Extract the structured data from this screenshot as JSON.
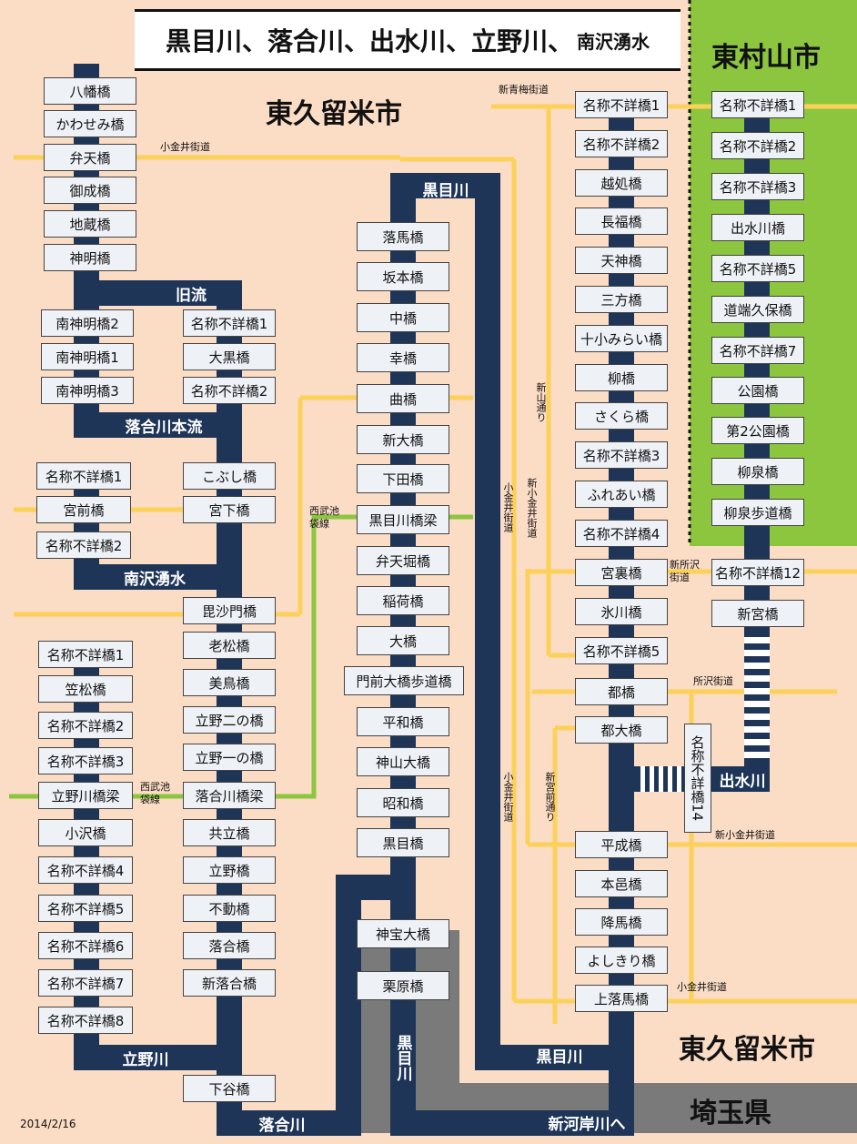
{
  "title": {
    "main": "黒目川、落合川、出水川、立野川、",
    "small": "南沢湧水"
  },
  "date": "2014/2/16",
  "cities": {
    "higashikurume_top": "東久留米市",
    "higashimurayama": "東村山市",
    "higashikurume_bottom": "東久留米市",
    "saitama": "埼玉県"
  },
  "rivers": {
    "kyuryu": "旧流",
    "ochiai_honryu": "落合川本流",
    "minamisawa": "南沢湧水",
    "tateno": "立野川",
    "ochiai": "落合川",
    "kurome_top": "黒目川",
    "kurome_bottom": "黒目川",
    "kurome_vertical": "黒目川",
    "shinkashi": "新河岸川へ",
    "izumi": "出水川"
  },
  "roads": {
    "koganei_left": "小金井街道",
    "shinome": "新青梅街道",
    "seibu_1": "西武池袋線",
    "seibu_2": "西武池袋線",
    "shinyama": "新山通り",
    "koganei_v1": "小金井街道",
    "shinkoganei_v": "新小金井街道",
    "shinshotokorozawa": "新所沢街道",
    "tokorozawa": "所沢街道",
    "koganei_v2": "小金井街道",
    "shingumae": "新宮前通り",
    "shinkoganei_h": "新小金井街道",
    "koganei_right": "小金井街道"
  },
  "bridges": {
    "top_left": [
      "八幡橋",
      "かわせみ橋",
      "弁天橋",
      "御成橋",
      "地蔵橋",
      "神明橋"
    ],
    "kyuryu_left": [
      "南神明橋2",
      "南神明橋1",
      "南神明橋3"
    ],
    "kyuryu_right": [
      "名称不詳橋1",
      "大黒橋",
      "名称不詳橋2"
    ],
    "minamisawa_left": [
      "名称不詳橋1",
      "宮前橋",
      "名称不詳橋2"
    ],
    "ochiai_main": [
      "こぶし橋",
      "宮下橋",
      "毘沙門橋",
      "老松橋",
      "美鳥橋",
      "立野二の橋",
      "立野一の橋",
      "落合川橋梁",
      "共立橋",
      "立野橋",
      "不動橋",
      "落合橋",
      "新落合橋",
      "下谷橋"
    ],
    "tateno": [
      "名称不詳橋1",
      "笠松橋",
      "名称不詳橋2",
      "名称不詳橋3",
      "立野川橋梁",
      "小沢橋",
      "名称不詳橋4",
      "名称不詳橋5",
      "名称不詳橋6",
      "名称不詳橋7",
      "名称不詳橋8"
    ],
    "kurome_mid": [
      "落馬橋",
      "坂本橋",
      "中橋",
      "幸橋",
      "曲橋",
      "新大橋",
      "下田橋",
      "黒目川橋梁",
      "弁天堀橋",
      "稲荷橋",
      "大橋",
      "門前大橋歩道橋",
      "平和橋",
      "神山大橋",
      "昭和橋",
      "黒目橋",
      "神宝大橋",
      "栗原橋"
    ],
    "kurome_right": [
      "名称不詳橋1",
      "名称不詳橋2",
      "越処橋",
      "長福橋",
      "天神橋",
      "三方橋",
      "十小みらい橋",
      "柳橋",
      "さくら橋",
      "名称不詳橋3",
      "ふれあい橋",
      "名称不詳橋4",
      "宮裏橋",
      "氷川橋",
      "名称不詳橋5",
      "都橋",
      "都大橋",
      "平成橋",
      "本邑橋",
      "降馬橋",
      "よしきり橋",
      "上落馬橋"
    ],
    "izumi": [
      "名称不詳橋1",
      "名称不詳橋2",
      "名称不詳橋3",
      "出水川橋",
      "名称不詳橋5",
      "道端久保橋",
      "名称不詳橋7",
      "公園橋",
      "第2公園橋",
      "柳泉橋",
      "柳泉歩道橋",
      "名称不詳橋12",
      "新宮橋"
    ],
    "izumi_vertical": "名称不詳橋14"
  },
  "colors": {
    "background": "#fbdcc5",
    "green": "#8cc63f",
    "gray": "#7a7a7a",
    "river": "#1e3558",
    "road": "#fcd15a",
    "rail": "#8cc63f",
    "bridge_fill": "#eef1f6"
  }
}
